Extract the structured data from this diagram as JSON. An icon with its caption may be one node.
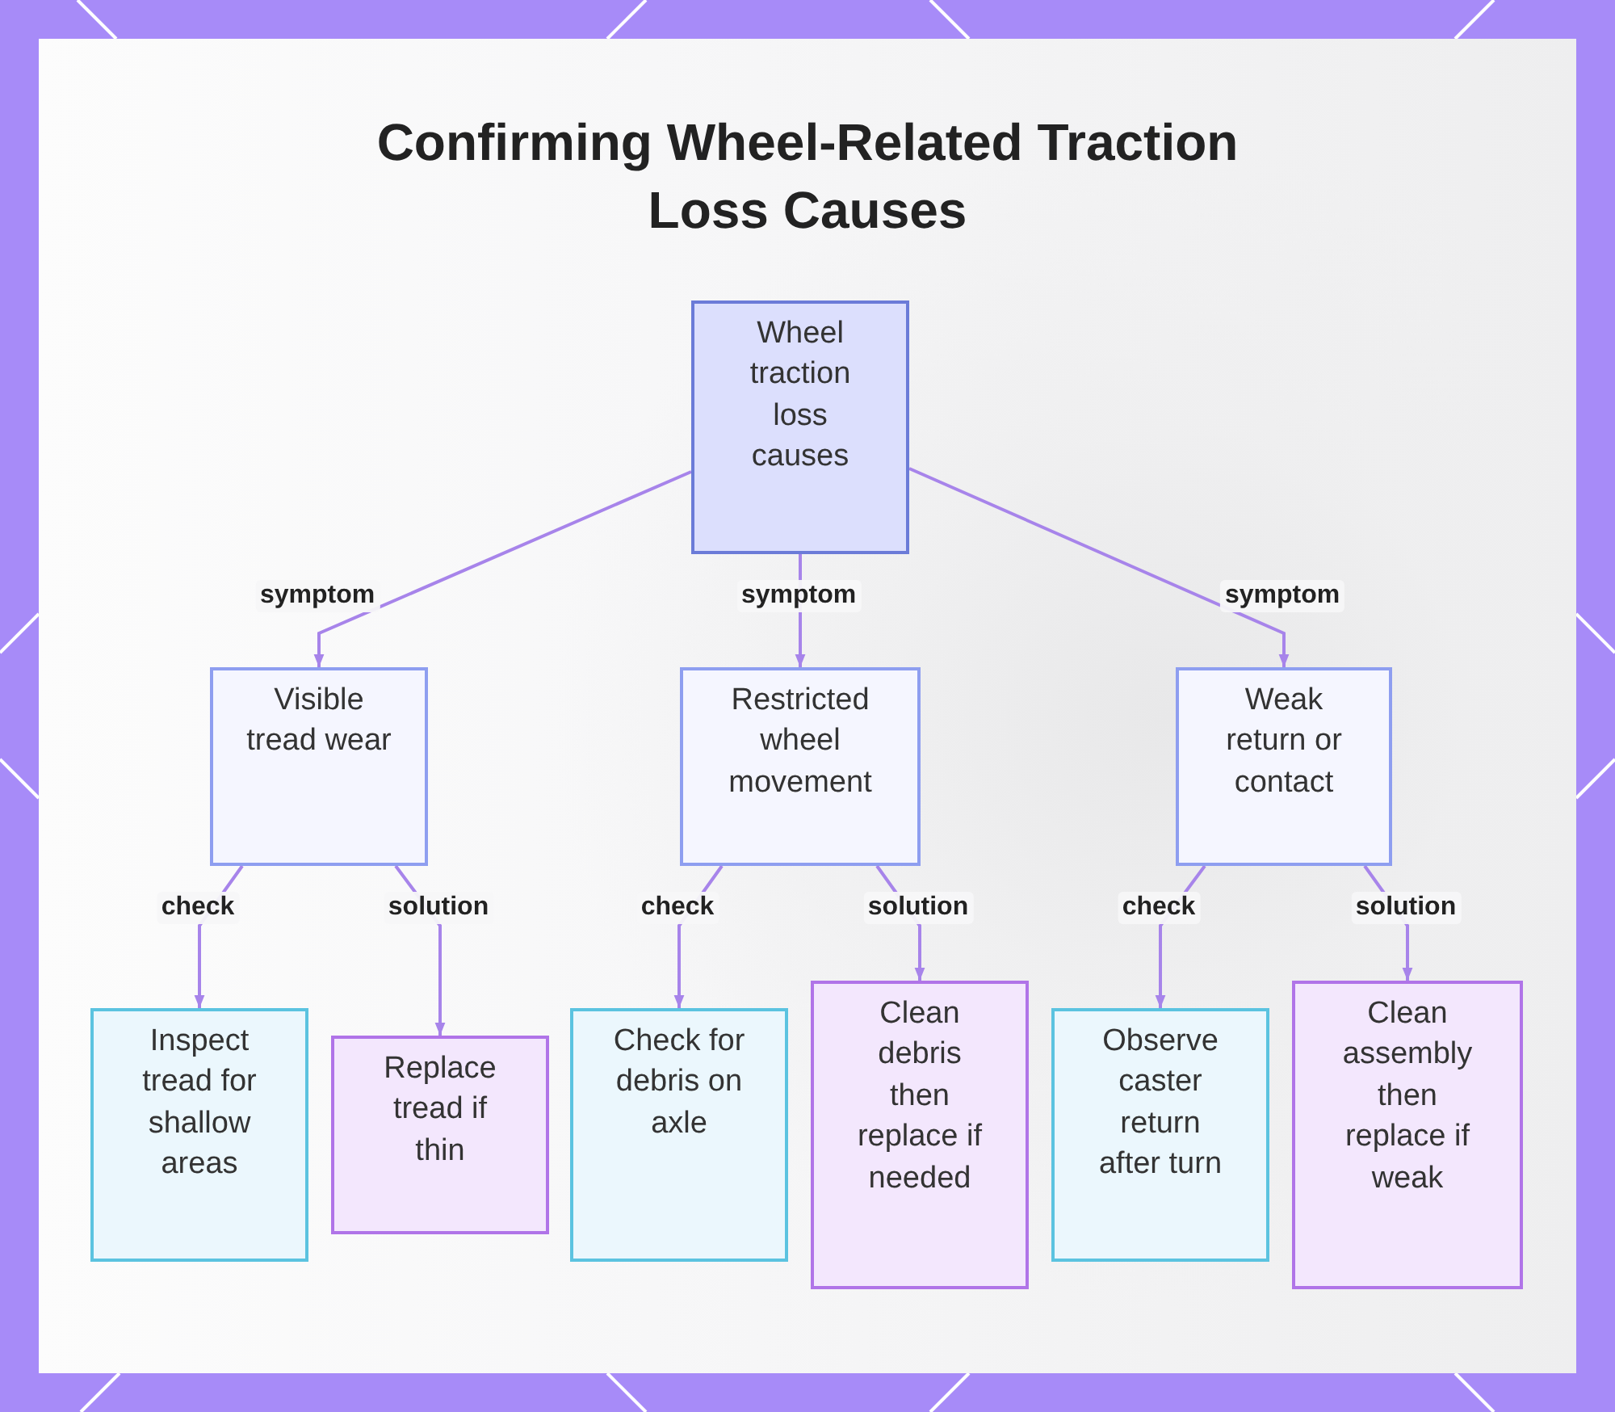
{
  "diagram": {
    "title": "Confirming Wheel-Related Traction Loss Causes",
    "nodes": [
      {
        "text": [
          "Wheel traction loss causes"
        ]
      },
      {
        "text": [
          "Visible tread wear"
        ]
      },
      {
        "text": [
          "Restricted wheel movement"
        ]
      },
      {
        "text": [
          "Weak return or contact"
        ]
      },
      {
        "text": [
          "Inspect tread for shallow areas"
        ]
      },
      {
        "text": [
          "Replace tread if thin"
        ]
      },
      {
        "text": [
          "Check for debris on axle"
        ]
      },
      {
        "text": [
          "Clean debris then replace if needed"
        ]
      },
      {
        "text": [
          "Observe caster return after turn"
        ]
      },
      {
        "text": [
          "Clean assembly then replace if weak"
        ]
      }
    ],
    "edges": [
      {
        "from": 0,
        "to": 1,
        "arrow": "to",
        "label": "symptom"
      },
      {
        "from": 0,
        "to": 2,
        "arrow": "to",
        "label": "symptom"
      },
      {
        "from": 0,
        "to": 3,
        "arrow": "to",
        "label": "symptom"
      },
      {
        "from": 1,
        "to": 4,
        "arrow": "to",
        "label": "check"
      },
      {
        "from": 1,
        "to": 5,
        "arrow": "to",
        "label": "solution"
      },
      {
        "from": 2,
        "to": 6,
        "arrow": "to",
        "label": "check"
      },
      {
        "from": 2,
        "to": 7,
        "arrow": "to",
        "label": "solution"
      },
      {
        "from": 3,
        "to": 8,
        "arrow": "to",
        "label": "check"
      },
      {
        "from": 3,
        "to": 9,
        "arrow": "to",
        "label": "solution"
      }
    ]
  }
}
